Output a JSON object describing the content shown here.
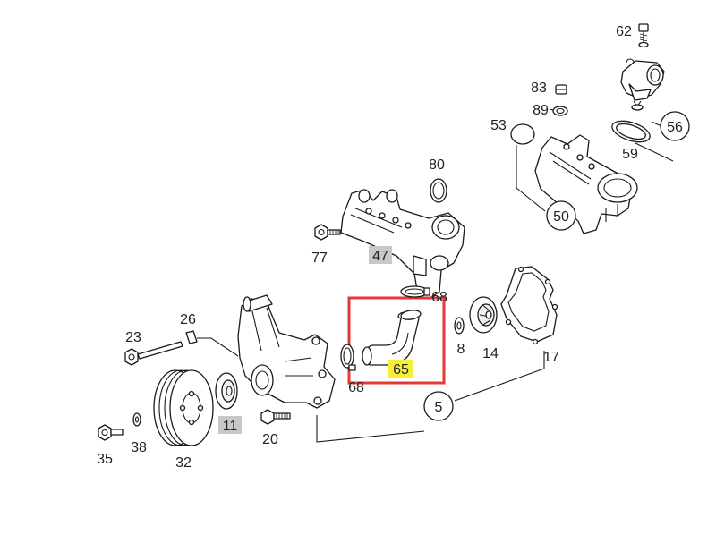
{
  "labels": {
    "l62": "62",
    "l83": "83",
    "l89": "89",
    "l53": "53",
    "l56": "56",
    "l59": "59",
    "l50": "50",
    "l80": "80",
    "l47": "47",
    "l77": "77",
    "l68a": "68",
    "l68b": "68",
    "l65": "65",
    "l8": "8",
    "l14": "14",
    "l17": "17",
    "l26": "26",
    "l23": "23",
    "l5": "5",
    "l11": "11",
    "l20": "20",
    "l35": "35",
    "l38": "38",
    "l32": "32"
  },
  "colors": {
    "highlight_box": "#e53935",
    "tag_yellow": "#f7ee3a",
    "tag_gray": "#c8c8c8"
  }
}
